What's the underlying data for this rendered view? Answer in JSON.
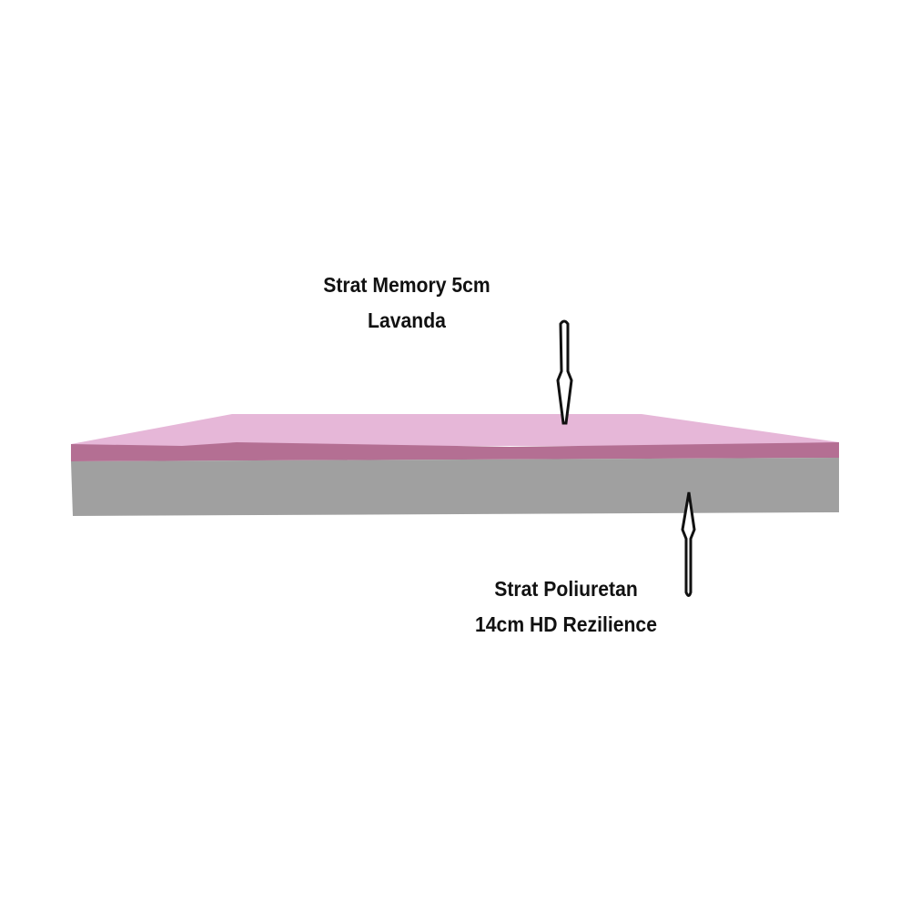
{
  "colors": {
    "top_face": "#e6b7d8",
    "top_edge": "#b46f93",
    "base": "#a0a0a0",
    "arrow": "#111111"
  },
  "labels": {
    "top_layer": {
      "line1": "Strat Memory 5cm",
      "line2": "Lavanda"
    },
    "bottom_layer": {
      "line1": "Strat Poliuretan",
      "line2": "14cm HD Rezilience"
    }
  }
}
